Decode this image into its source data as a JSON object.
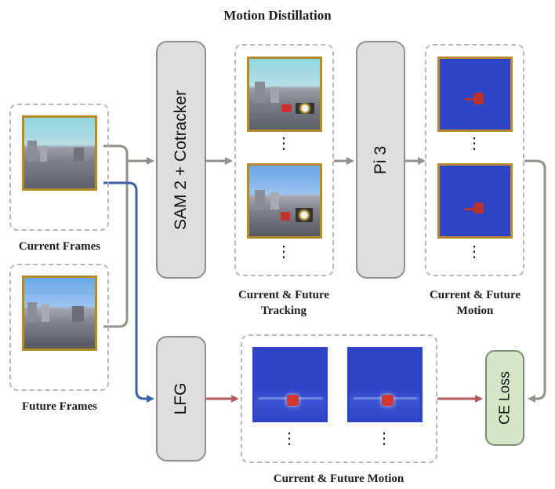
{
  "title": "Motion Distillation",
  "blocks": {
    "tracker": "SAM 2 + Cotracker",
    "pi3": "Pi 3",
    "lfg": "LFG",
    "loss": "CE Loss"
  },
  "captions": {
    "current_frames": "Current Frames",
    "future_frames": "Future Frames",
    "tracking_line1": "Current & Future",
    "tracking_line2": "Tracking",
    "motion_line1": "Current & Future",
    "motion_line2": "Motion",
    "bottom_motion": "Current & Future Motion"
  },
  "ellipsis": "⋮",
  "colors": {
    "gray_arrow": "#8e9389",
    "blue_arrow": "#3b5fa8",
    "red_arrow": "#b55b5b",
    "block_fill": "#dedede",
    "loss_fill": "#d4e6c6",
    "motion_fill": "#2f45c8",
    "frame_border": "#b58a2a"
  }
}
